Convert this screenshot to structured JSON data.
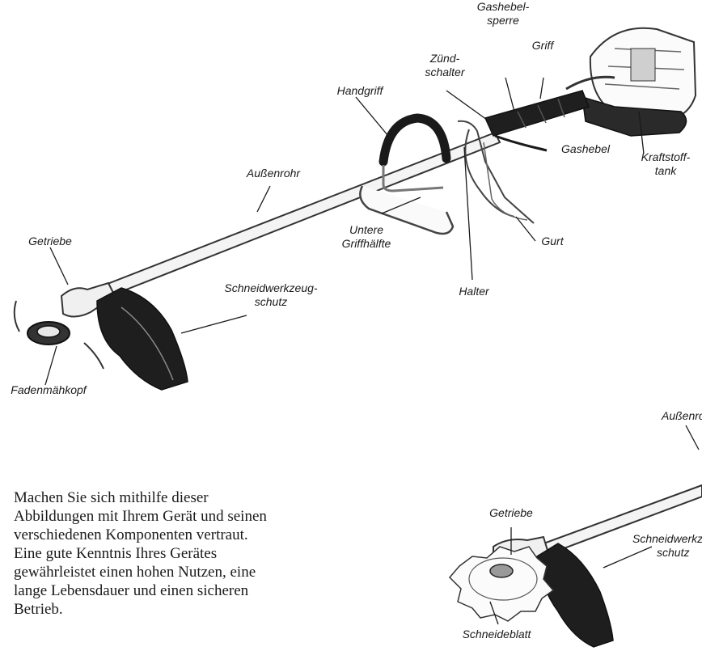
{
  "labels": {
    "gashebelsperre_1": "Gashebel-",
    "gashebelsperre_2": "sperre",
    "griff": "Griff",
    "zuendschalter_1": "Zünd-",
    "zuendschalter_2": "schalter",
    "handgriff": "Handgriff",
    "gashebel": "Gashebel",
    "kraftstofftank_1": "Kraftstoff-",
    "kraftstofftank_2": "tank",
    "aussenrohr": "Außenrohr",
    "untere_griffhaelfte_1": "Untere",
    "untere_griffhaelfte_2": "Griffhälfte",
    "gurt": "Gurt",
    "getriebe": "Getriebe",
    "schneidwerkzeugschutz_1": "Schneidwerkzeug-",
    "schneidwerkzeugschutz_2": "schutz",
    "halter": "Halter",
    "fadenmaehkopf": "Fadenmähkopf",
    "aussenrohr_2": "Außenrohr",
    "getriebe_2": "Getriebe",
    "schneidwerkzeugschutz_b1": "Schneidwerkzeug-",
    "schneidwerkzeugschutz_b2": "schutz",
    "schneideblatt": "Schneideblatt"
  },
  "intro_text": "Machen Sie sich mithilfe dieser Abbildungen mit Ihrem Gerät und seinen verschiedenen Komponenten vertraut. Eine gute Kenntnis Ihres Gerätes gewährleistet einen hohen Nutzen, eine lange Lebensdauer und einen sicheren Betrieb."
}
